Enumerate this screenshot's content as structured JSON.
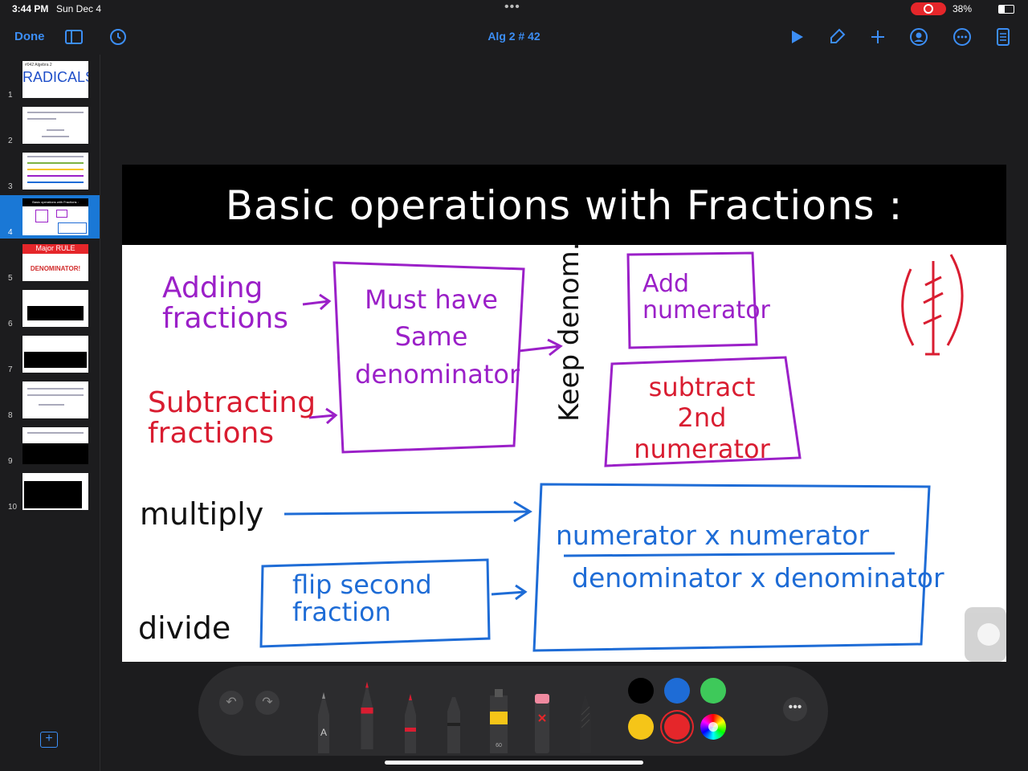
{
  "status": {
    "time": "3:44 PM",
    "date": "Sun Dec 4",
    "dots": "•••",
    "battery": "38%",
    "battery_level": 0.38
  },
  "toolbar": {
    "done": "Done",
    "title": "Alg 2 # 42",
    "accent": "#3c8ef5"
  },
  "sidebar": {
    "thumbs": [
      {
        "num": "1",
        "caption": "#042 Algebra 2",
        "title": "RADICALS"
      },
      {
        "num": "2"
      },
      {
        "num": "3"
      },
      {
        "num": "4",
        "caption": "Basic operations with Fractions :"
      },
      {
        "num": "5",
        "rule_head": "Major RULE",
        "rule_text": "DENOMINATOR!"
      },
      {
        "num": "6"
      },
      {
        "num": "7"
      },
      {
        "num": "8"
      },
      {
        "num": "9"
      },
      {
        "num": "10"
      }
    ],
    "selected_index": 4
  },
  "slide": {
    "title": "Basic operations with Fractions :",
    "adding": "Adding fractions",
    "subtracting": "Subtracting fractions",
    "must_have_same": "Must have Same denominator",
    "keep_denom": "Keep denom.",
    "add_numerator": "Add numerator",
    "subtract_numerator": "subtract 2nd numerator",
    "multiply": "multiply",
    "divide": "divide",
    "flip_second": "flip second fraction",
    "numerator_product": "numerator x numerator",
    "denominator_product": "denominator x denominator"
  },
  "drawing_tools": {
    "colors": [
      "#000000",
      "#1e6cd6",
      "#3ec95a",
      "#f5c518",
      "#e5262a",
      "rainbow"
    ],
    "selected_color": "#e5262a",
    "marker_label": "A",
    "highlighter_label": "60"
  }
}
